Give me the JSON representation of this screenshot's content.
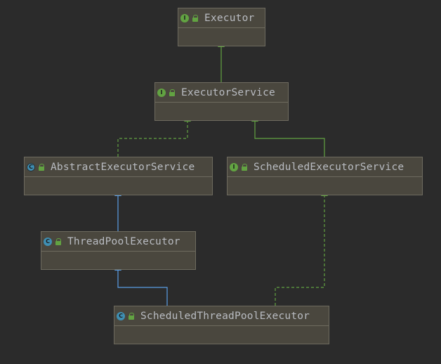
{
  "diagram": {
    "nodes": [
      {
        "id": "executor",
        "name": "Executor",
        "kind": "interface"
      },
      {
        "id": "executor-service",
        "name": "ExecutorService",
        "kind": "interface"
      },
      {
        "id": "abstract-executor-service",
        "name": "AbstractExecutorService",
        "kind": "abstract-class"
      },
      {
        "id": "scheduled-executor-service",
        "name": "ScheduledExecutorService",
        "kind": "interface"
      },
      {
        "id": "thread-pool-executor",
        "name": "ThreadPoolExecutor",
        "kind": "class"
      },
      {
        "id": "scheduled-thread-pool-executor",
        "name": "ScheduledThreadPoolExecutor",
        "kind": "class"
      }
    ],
    "edges": [
      {
        "from": "executor-service",
        "to": "executor",
        "relation": "extends"
      },
      {
        "from": "abstract-executor-service",
        "to": "executor-service",
        "relation": "implements"
      },
      {
        "from": "scheduled-executor-service",
        "to": "executor-service",
        "relation": "extends"
      },
      {
        "from": "thread-pool-executor",
        "to": "abstract-executor-service",
        "relation": "extends"
      },
      {
        "from": "scheduled-thread-pool-executor",
        "to": "thread-pool-executor",
        "relation": "extends"
      },
      {
        "from": "scheduled-thread-pool-executor",
        "to": "scheduled-executor-service",
        "relation": "implements"
      }
    ],
    "colors": {
      "interface_inheritance": "#62a342",
      "class_inheritance": "#5a9ee6",
      "badge_interface": "#62a342",
      "badge_class": "#3f8fb3"
    },
    "icons": {
      "interface": "interface-i-icon",
      "class": "class-c-icon",
      "visibility": "lock-open-icon"
    },
    "badge_letters": {
      "interface": "I",
      "class": "C"
    }
  }
}
